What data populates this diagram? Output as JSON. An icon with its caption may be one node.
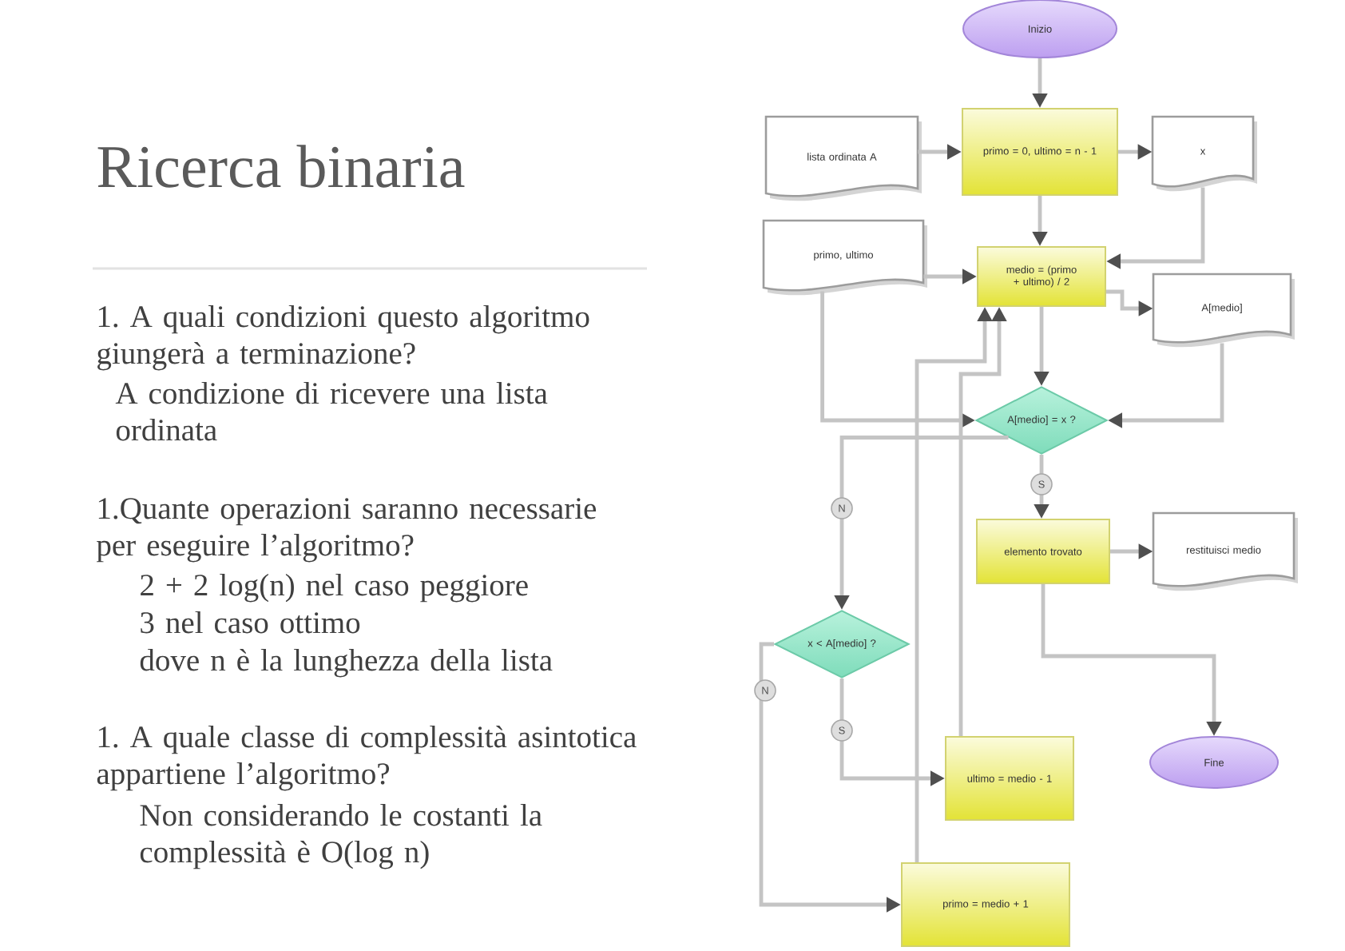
{
  "diagram": {
    "title": "Ricerca binaria",
    "nodes": [
      {
        "text": [
          "Inizio"
        ]
      },
      {
        "text": [
          "primo = 0, ultimo = n - 1"
        ]
      },
      {
        "text": [
          "lista ordinata A"
        ]
      },
      {
        "text": [
          "x"
        ]
      },
      {
        "text": [
          "medio = (primo + ultimo) / 2"
        ]
      },
      {
        "text": [
          "primo, ultimo"
        ]
      },
      {
        "text": [
          "A[medio]"
        ]
      },
      {
        "text": [
          "A[medio] = x ?"
        ]
      },
      {
        "text": [
          "elemento trovato"
        ]
      },
      {
        "text": [
          "restituisci medio"
        ]
      },
      {
        "text": [
          "Fine"
        ]
      },
      {
        "text": [
          "x < A[medio] ?"
        ]
      },
      {
        "text": [
          "ultimo = medio - 1"
        ]
      },
      {
        "text": [
          "primo = medio + 1"
        ]
      }
    ],
    "edges": [
      {
        "from": 0,
        "to": 1,
        "arrow": "to"
      },
      {
        "from": 2,
        "to": 1,
        "arrow": "to"
      },
      {
        "from": 1,
        "to": 3,
        "arrow": "to"
      },
      {
        "from": 1,
        "to": 4,
        "arrow": "to"
      },
      {
        "from": 3,
        "to": 4,
        "arrow": "to"
      },
      {
        "from": 5,
        "to": 4,
        "arrow": "to"
      },
      {
        "from": 4,
        "to": 6,
        "arrow": "to"
      },
      {
        "from": 4,
        "to": 7,
        "arrow": "to"
      },
      {
        "from": 6,
        "to": 7,
        "arrow": "to"
      },
      {
        "from": 5,
        "to": 7,
        "arrow": "to"
      },
      {
        "from": 7,
        "to": 11,
        "arrow": "to",
        "label": "N"
      },
      {
        "from": 7,
        "to": 8,
        "arrow": "to",
        "label": "S"
      },
      {
        "from": 8,
        "to": 9,
        "arrow": "to"
      },
      {
        "from": 8,
        "to": 10,
        "arrow": "to"
      },
      {
        "from": 11,
        "to": 13,
        "arrow": "to",
        "label": "N"
      },
      {
        "from": 11,
        "to": 12,
        "arrow": "to",
        "label": "S"
      },
      {
        "from": 12,
        "to": 4,
        "arrow": "to"
      },
      {
        "from": 13,
        "to": 4,
        "arrow": "to"
      }
    ],
    "labels": [
      "1. A quali condizioni questo algoritmo giungerà a terminazione?",
      "A condizione di ricevere una lista ordinata",
      "1.Quante operazioni saranno necessarie per eseguire l’algoritmo?",
      "2 + 2 log(n) nel caso peggiore",
      "3 nel caso ottimo",
      "dove n è la lunghezza della lista",
      "1. A quale classe di complessità asintotica appartiene l’algoritmo?",
      "Non considerando le costanti la complessità è O(log n)"
    ]
  }
}
